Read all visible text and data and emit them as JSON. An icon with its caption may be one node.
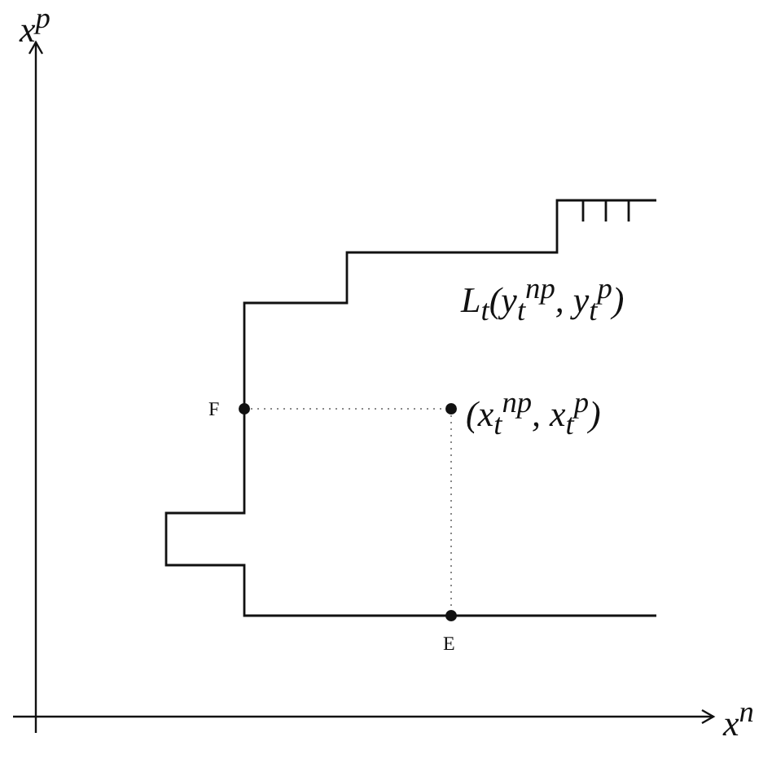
{
  "diagram": {
    "labels": [
      "x$^{p}$",
      "x$^{n}$",
      "L$_{t}$(y$_{t}$$^{np}$, y$_{t}$$^{p}$)",
      "F",
      "(x$_{t}$$^{np}$, x$_{t}$$^{p}$)",
      "E"
    ]
  }
}
